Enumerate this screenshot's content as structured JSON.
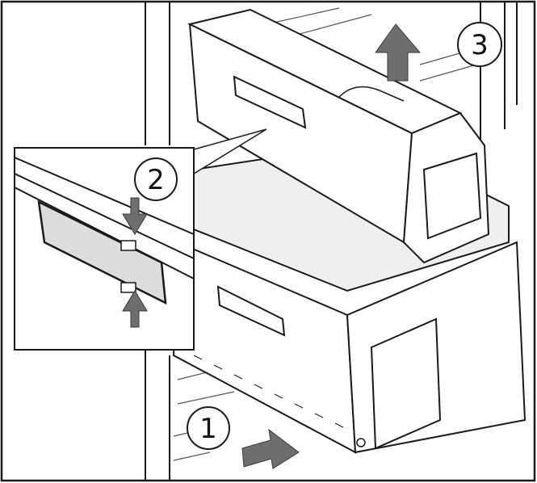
{
  "figure": {
    "steps": [
      {
        "number": "1",
        "arrow": "pull-out"
      },
      {
        "number": "2",
        "arrow": "press-tabs"
      },
      {
        "number": "3",
        "arrow": "lift-up"
      }
    ]
  },
  "colors": {
    "line": "#1a1a1a",
    "arrow": "#6e6e6e",
    "glass": "#e6e6e6",
    "background": "#ffffff"
  }
}
